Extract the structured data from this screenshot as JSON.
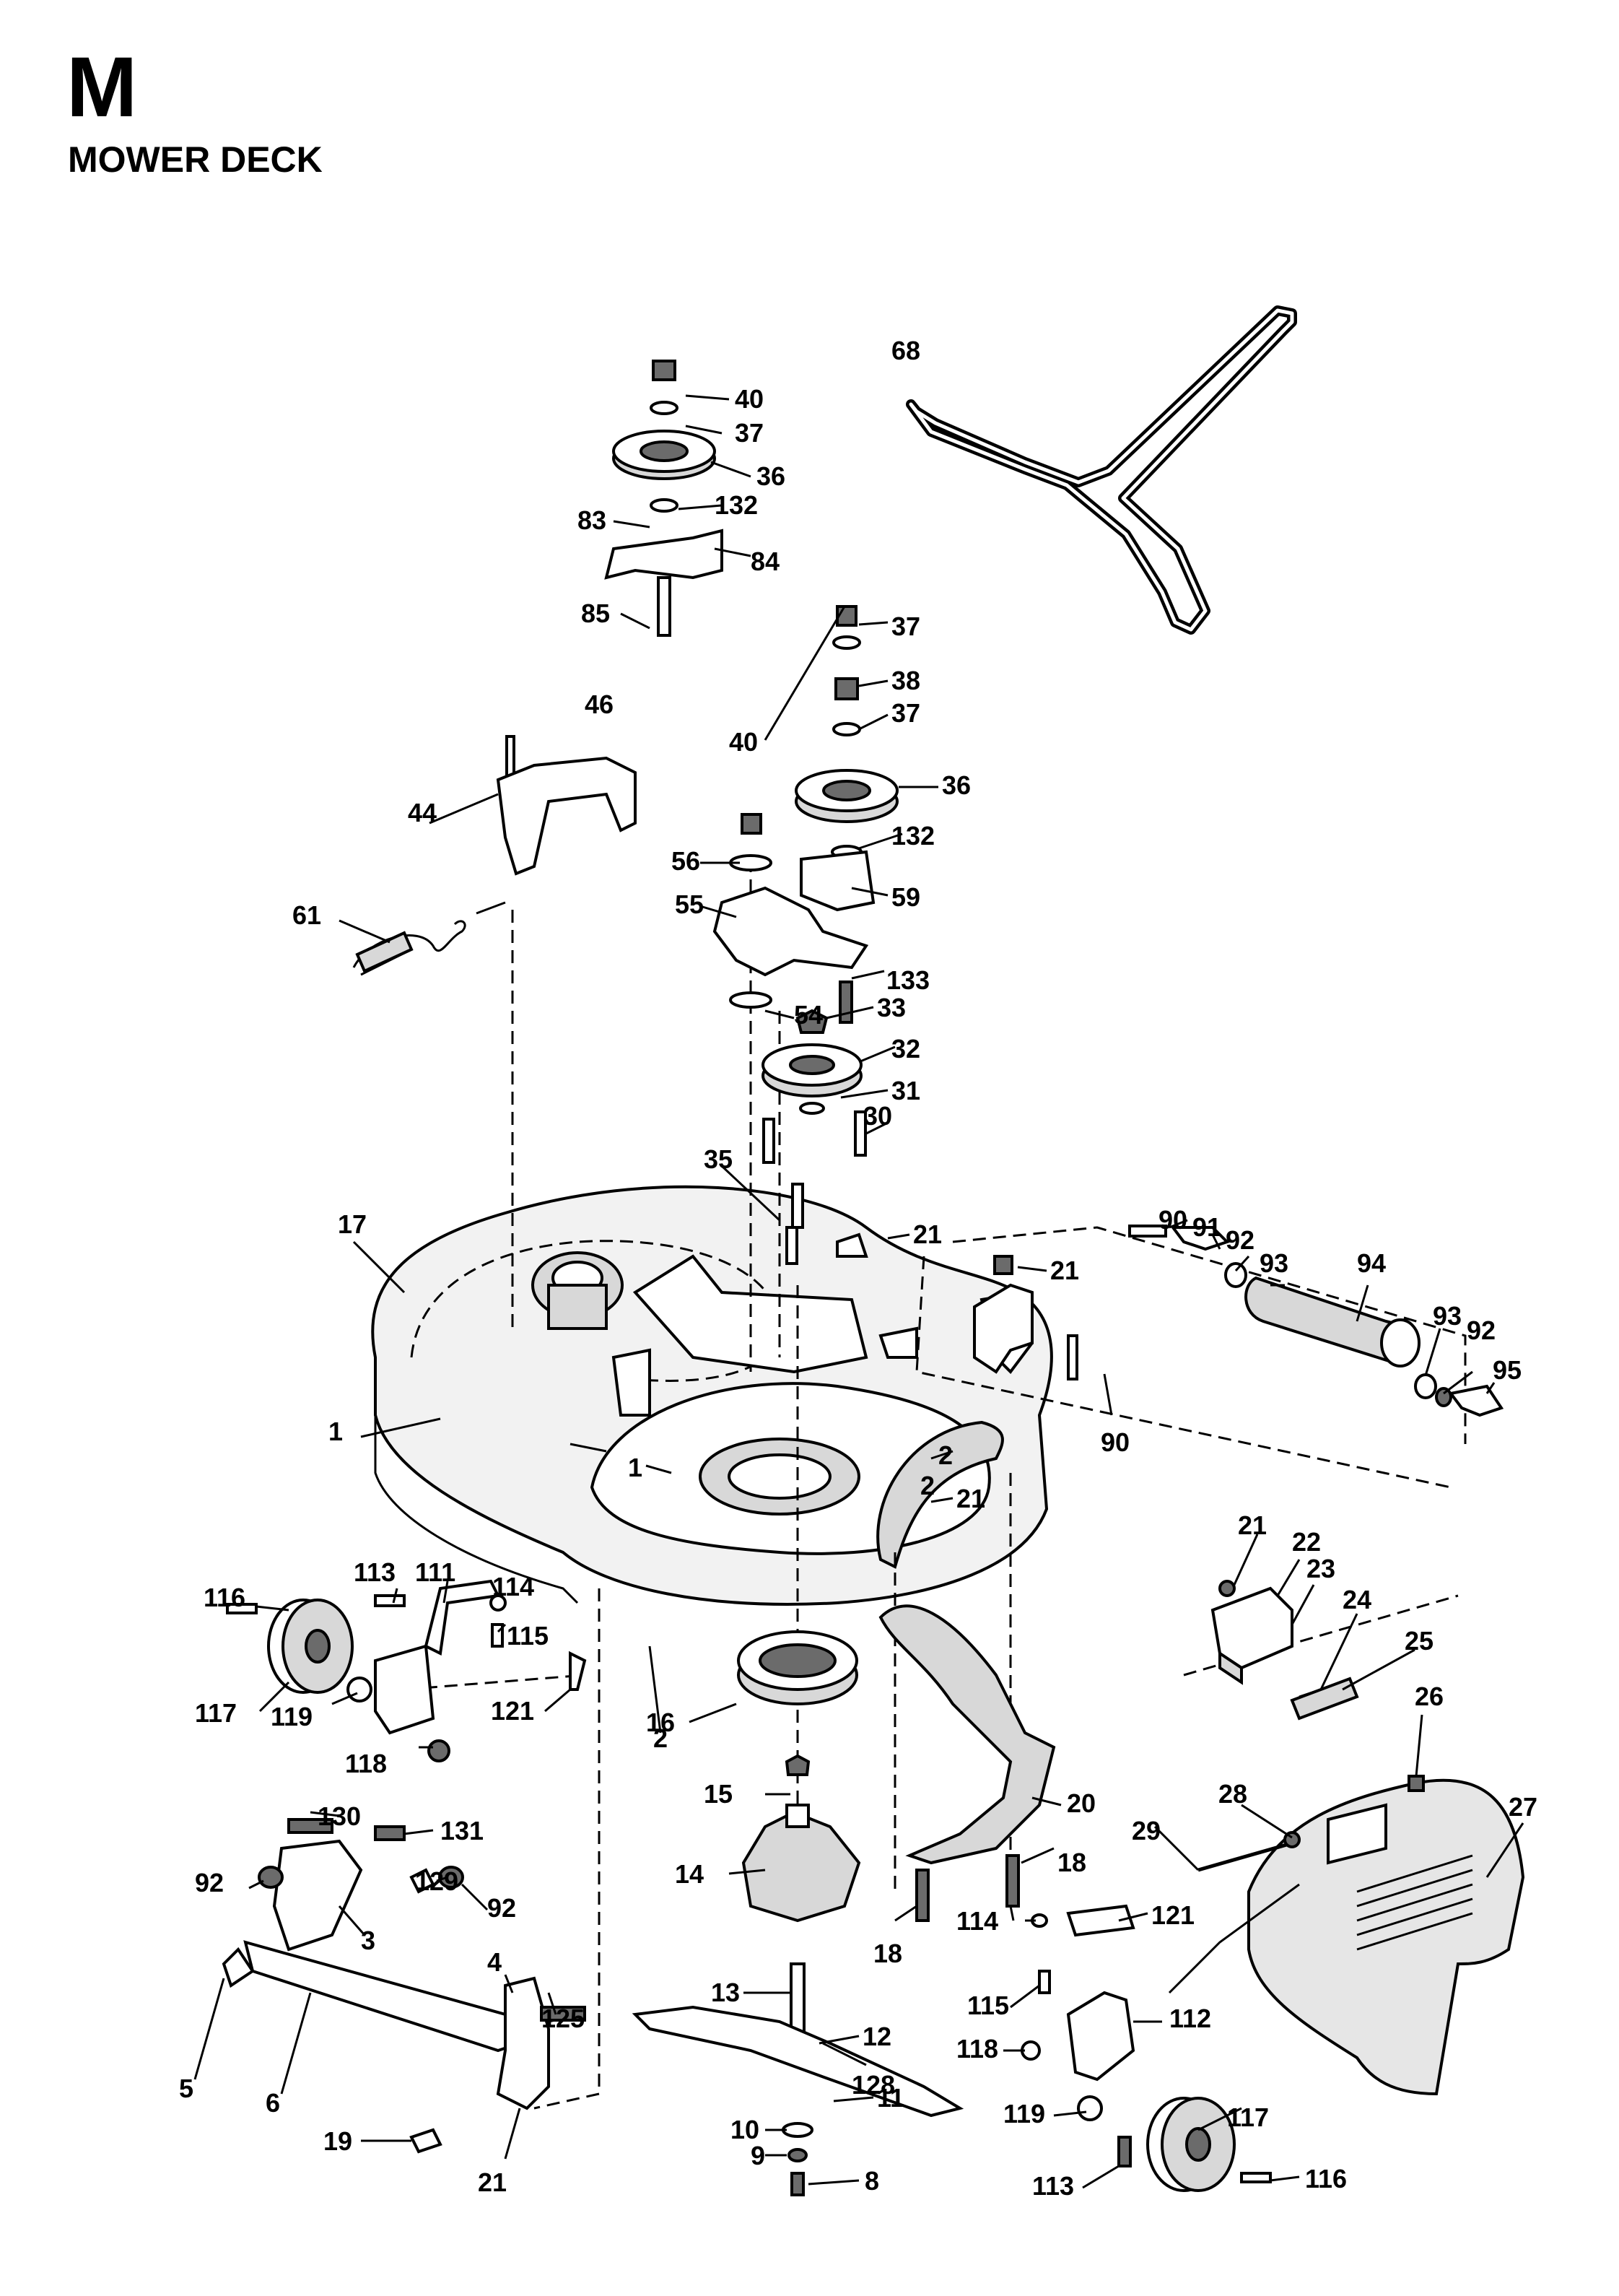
{
  "page": {
    "section_letter": "M",
    "section_title": "MOWER DECK"
  },
  "callouts": [
    "1",
    "1",
    "2",
    "2",
    "2",
    "3",
    "4",
    "5",
    "6",
    "8",
    "9",
    "10",
    "11",
    "12",
    "13",
    "14",
    "15",
    "16",
    "17",
    "18",
    "18",
    "19",
    "20",
    "21",
    "21",
    "21",
    "21",
    "21",
    "22",
    "23",
    "24",
    "25",
    "26",
    "27",
    "28",
    "29",
    "30",
    "31",
    "32",
    "33",
    "35",
    "36",
    "36",
    "37",
    "37",
    "37",
    "38",
    "40",
    "40",
    "44",
    "46",
    "54",
    "55",
    "56",
    "59",
    "61",
    "68",
    "83",
    "84",
    "85",
    "90",
    "90",
    "91",
    "92",
    "92",
    "92",
    "92",
    "93",
    "93",
    "94",
    "95",
    "111",
    "112",
    "113",
    "113",
    "114",
    "114",
    "115",
    "115",
    "116",
    "116",
    "117",
    "117",
    "118",
    "118",
    "119",
    "119",
    "121",
    "121",
    "125",
    "128",
    "129",
    "130",
    "131",
    "132",
    "132",
    "133"
  ]
}
